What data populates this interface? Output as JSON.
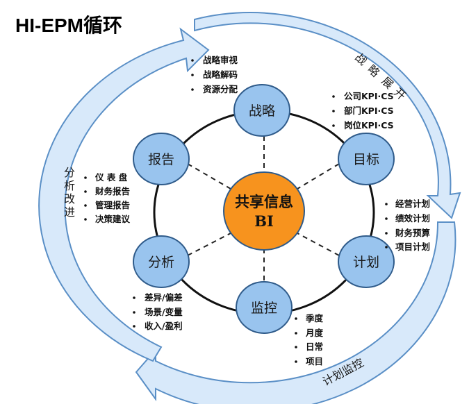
{
  "title": "HI-EPM循环",
  "center": {
    "line1": "共享信息",
    "line2": "BI"
  },
  "nodes": {
    "strategy": "战略",
    "target": "目标",
    "plan": "计划",
    "monitor": "监控",
    "analysis": "分析",
    "report": "报告"
  },
  "arrows": {
    "strategy_expand": [
      "战",
      "略",
      "展",
      "开"
    ],
    "plan_monitor": "计划监控",
    "analysis_improve": [
      "分",
      "析",
      "改",
      "进"
    ]
  },
  "lists": {
    "strategy": [
      "战略审视",
      "战略解码",
      "资源分配"
    ],
    "target": [
      "公司KPI·CS",
      "部门KPI·CS",
      "岗位KPI·CS"
    ],
    "plan": [
      "经营计划",
      "绩效计划",
      "财务预算",
      "项目计划"
    ],
    "monitor": [
      "季度",
      "月度",
      "日常",
      "项目"
    ],
    "analysis": [
      "差异/偏差",
      "场景/变量",
      "收入/盈利"
    ],
    "report": [
      "仪 表 盘",
      "财务报告",
      "管理报告",
      "决策建议"
    ]
  },
  "colors": {
    "node_fill": "#99c4ee",
    "node_stroke": "#2f5b8a",
    "center_fill": "#f7931e",
    "arrow_fill": "#d8e9fa",
    "arrow_stroke": "#5a8fc6"
  }
}
